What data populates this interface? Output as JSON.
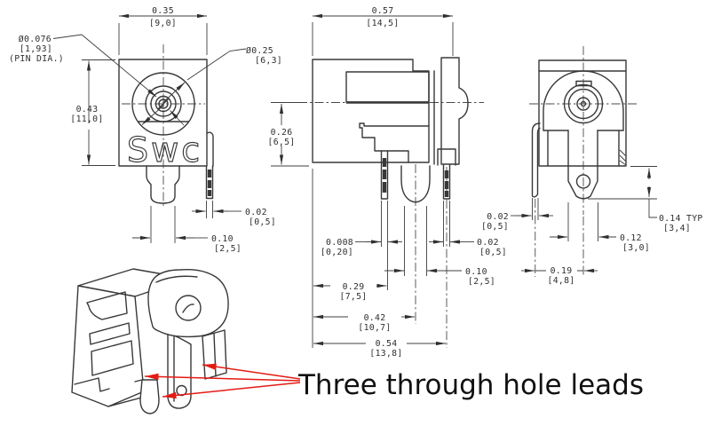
{
  "note": {
    "text": "Three through hole leads"
  },
  "logo": "Swc",
  "colors": {
    "line": "#383838",
    "dim_text": "#2f2f2f",
    "red_arrow": "#e31b14",
    "note_text": "#111111",
    "background": "#ffffff"
  },
  "views": {
    "front": {
      "dims": {
        "width": {
          "in": "0.35",
          "mm": "[9,0]"
        },
        "height": {
          "in": "0.43",
          "mm": "[11,0]"
        },
        "pin_dia": {
          "in": "Ø0.076",
          "mm": "[1,93]",
          "note": "(PIN DIA.)"
        },
        "barrel_dia": {
          "in": "Ø0.25",
          "mm": "[6,3]"
        },
        "lead_thickness": {
          "in": "0.02",
          "mm": "[0,5]"
        },
        "lead_width": {
          "in": "0.10",
          "mm": "[2,5]"
        }
      }
    },
    "side": {
      "dims": {
        "width": {
          "in": "0.57",
          "mm": "[14,5]"
        },
        "center_height": {
          "in": "0.26",
          "mm": "[6,5]"
        },
        "pin_thickness": {
          "in": "0.008",
          "mm": "[0,20]"
        },
        "lead_thickness": {
          "in": "0.02",
          "mm": "[0,5]"
        },
        "lead_width": {
          "in": "0.10",
          "mm": "[2,5]"
        },
        "spacing_1": {
          "in": "0.29",
          "mm": "[7,5]"
        },
        "spacing_2": {
          "in": "0.42",
          "mm": "[10,7]"
        },
        "overall": {
          "in": "0.54",
          "mm": "[13,8]"
        }
      }
    },
    "rear": {
      "dims": {
        "lead_thickness": {
          "in": "0.02",
          "mm": "[0,5]"
        },
        "protrusion": {
          "in": "0.14 TYP",
          "mm": "[3,4]"
        },
        "tab_width": {
          "in": "0.12",
          "mm": "[3,0]"
        },
        "lead_pitch": {
          "in": "0.19",
          "mm": "[4,8]"
        }
      }
    }
  }
}
